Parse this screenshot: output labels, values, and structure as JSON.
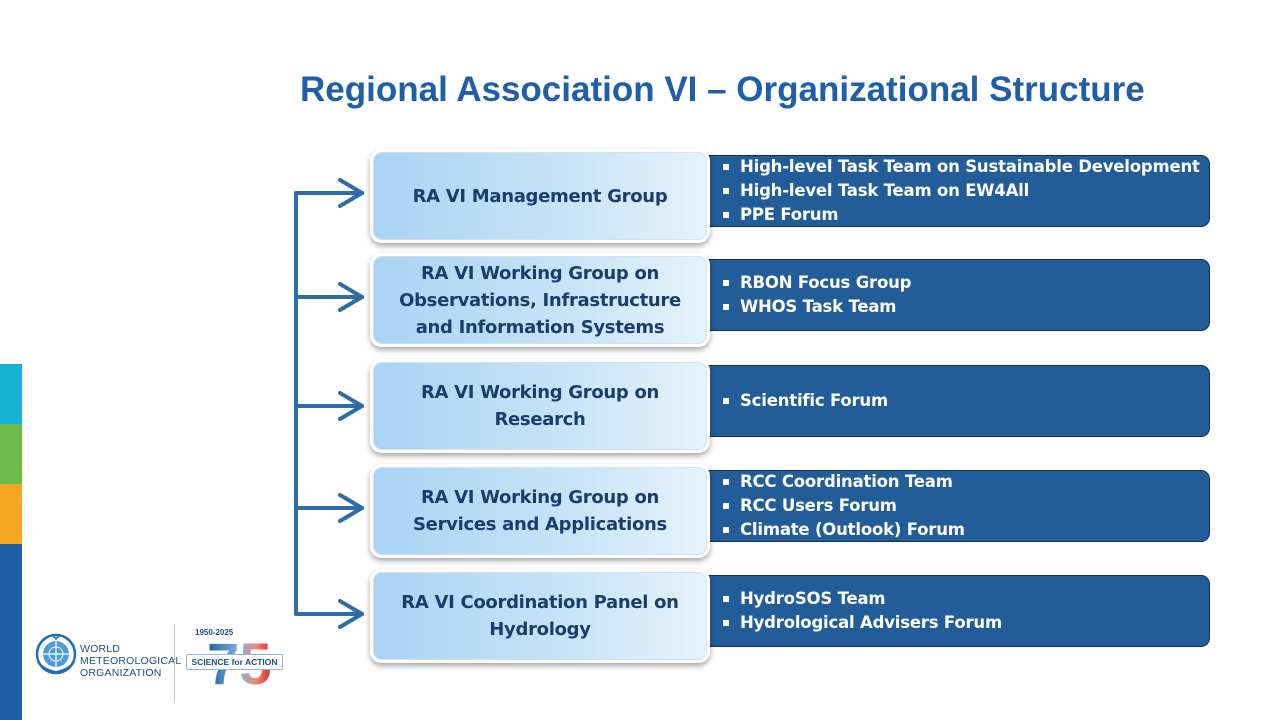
{
  "title": "Regional Association VI – Organizational Structure",
  "colors": {
    "title": "#1f5fa9",
    "connector": "#2e6ca8",
    "sub_box": "#225c99",
    "stripe": [
      "#14b3d6",
      "#6cbb4a",
      "#f5a623",
      "#1e5fa8"
    ]
  },
  "rows": [
    {
      "main": "RA VI Management Group",
      "items": [
        "High-level Task Team on Sustainable Development",
        "High-level Task Team on EW4All",
        "PPE Forum"
      ]
    },
    {
      "main": "RA VI Working Group on Observations, Infrastructure and Information Systems",
      "items": [
        "RBON Focus Group",
        "WHOS Task Team"
      ]
    },
    {
      "main": "RA VI Working Group on Research",
      "items": [
        "Scientific Forum"
      ]
    },
    {
      "main": "RA VI Working Group on Services and Applications",
      "items": [
        "RCC Coordination Team",
        "RCC Users Forum",
        "Climate (Outlook) Forum"
      ]
    },
    {
      "main": "RA VI Coordination Panel on Hydrology",
      "items": [
        "HydroSOS Team",
        "Hydrological Advisers Forum"
      ]
    }
  ],
  "footer": {
    "org_line1": "WORLD",
    "org_line2": "METEOROLOGICAL",
    "org_line3": "ORGANIZATION",
    "anniversary_years": "1950-2025",
    "anniversary_number": "75",
    "anniversary_tagline": "SCIENCE for ACTION"
  }
}
